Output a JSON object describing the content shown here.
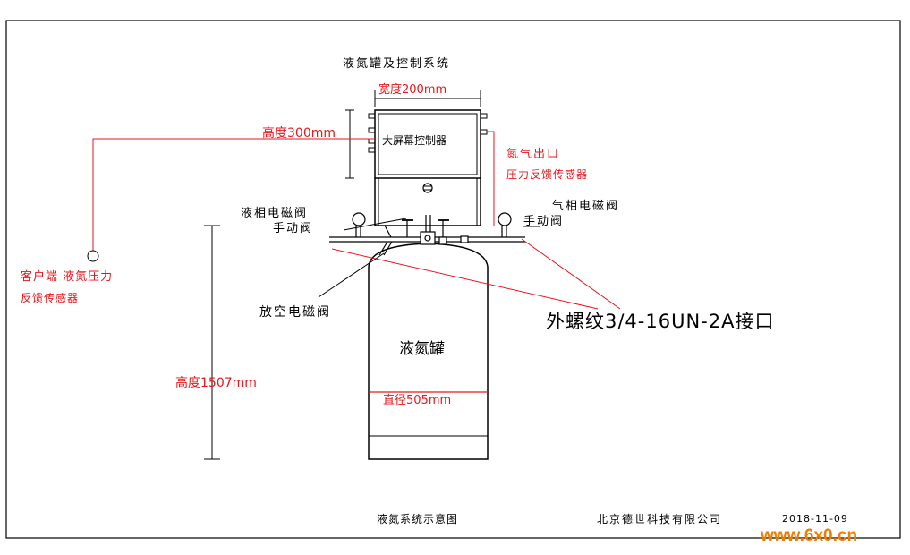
{
  "title": "液氮罐及控制系统",
  "labels": {
    "width": "宽度200mm",
    "height_ctrl": "高度300mm",
    "controller": "大屏幕控制器",
    "n2_outlet": "氮气出口",
    "pressure_sensor": "压力反馈传感器",
    "liquid_valve": "液相电磁阀",
    "liquid_manual": "手动阀",
    "gas_valve": "气相电磁阀",
    "gas_manual": "手动阀",
    "client_sensor_1": "客户端 液氮压力",
    "client_sensor_2": "反馈传感器",
    "vent_valve": "放空电磁阀",
    "thread_interface": "外螺纹3/4-16UN-2A接口",
    "tank": "液氮罐",
    "tank_height": "高度1507mm",
    "diameter": "直径505mm"
  },
  "footer": {
    "caption": "液氮系统示意图",
    "company": "北京德世科技有限公司",
    "date": "2018-11-09"
  },
  "watermark": "www.6x0.cn",
  "colors": {
    "line": "#000000",
    "annotation": "#e8161b",
    "watermark": "#f07c00"
  }
}
